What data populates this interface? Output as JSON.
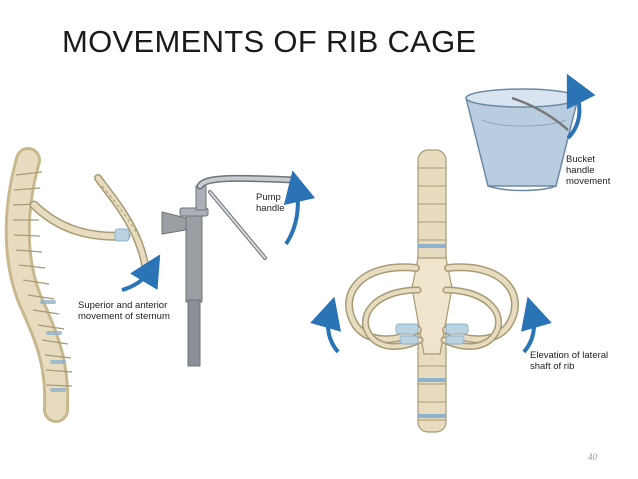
{
  "slide": {
    "title": "MOVEMENTS OF RIB CAGE",
    "page_number": "40"
  },
  "left_figure": {
    "label_pump_line1": "Pump",
    "label_pump_line2": "handle",
    "label_sternum_line1": "Superior and anterior",
    "label_sternum_line2": "movement of sternum"
  },
  "right_figure": {
    "label_bucket_line1": "Bucket",
    "label_bucket_line2": "handle",
    "label_bucket_line3": "movement",
    "label_lateral_line1": "Elevation of lateral",
    "label_lateral_line2": "shaft of rib"
  },
  "colors": {
    "bone": "#e8dcc0",
    "bone_outline": "#a89a74",
    "cartilage": "#b9d3e3",
    "arrow": "#2a73b5",
    "pump_metal": "#9a9fa4",
    "bucket": "#b8cde0"
  }
}
